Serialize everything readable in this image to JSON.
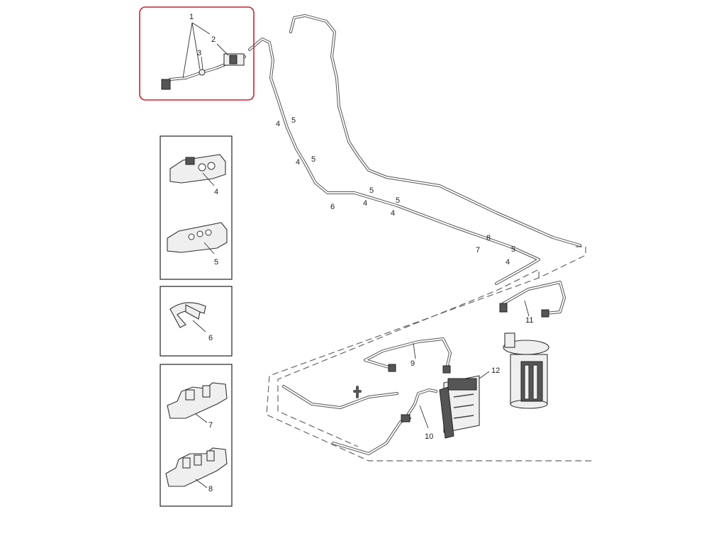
{
  "highlight_color": "#d0202a",
  "callouts": {
    "top_1": "1",
    "top_2": "2",
    "top_3": "3",
    "line_4a": "4",
    "line_5a": "5",
    "line_4b": "4",
    "line_5b": "5",
    "line_6": "6",
    "line_4c": "4",
    "line_5c": "5",
    "line_5d": "5",
    "line_4d": "4",
    "line_8": "8",
    "line_7": "7",
    "line_5e": "5",
    "line_4e": "4",
    "part_11": "11",
    "part_9": "9",
    "part_12": "12",
    "part_10": "10"
  },
  "inset_labels": {
    "clip_4": "4",
    "clip_5": "5",
    "clip_6": "6",
    "clip_7": "7",
    "clip_8": "8"
  }
}
